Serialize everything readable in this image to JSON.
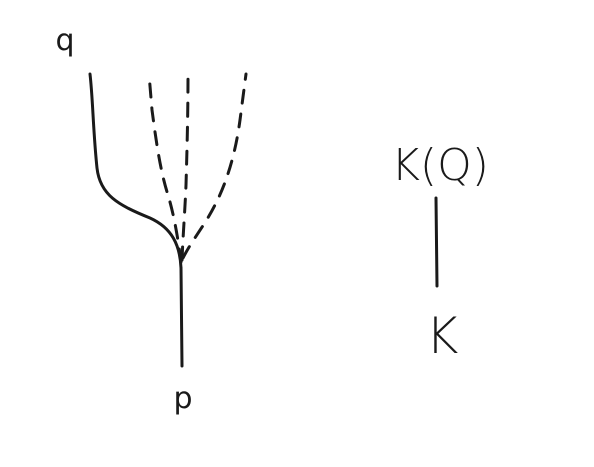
{
  "diagram": {
    "left": {
      "top_label": "q",
      "bottom_label": "p",
      "solid_branch_count": 1,
      "dashed_branch_count": 3
    },
    "right": {
      "top_label": "K(Q)",
      "bottom_label": "K"
    }
  }
}
